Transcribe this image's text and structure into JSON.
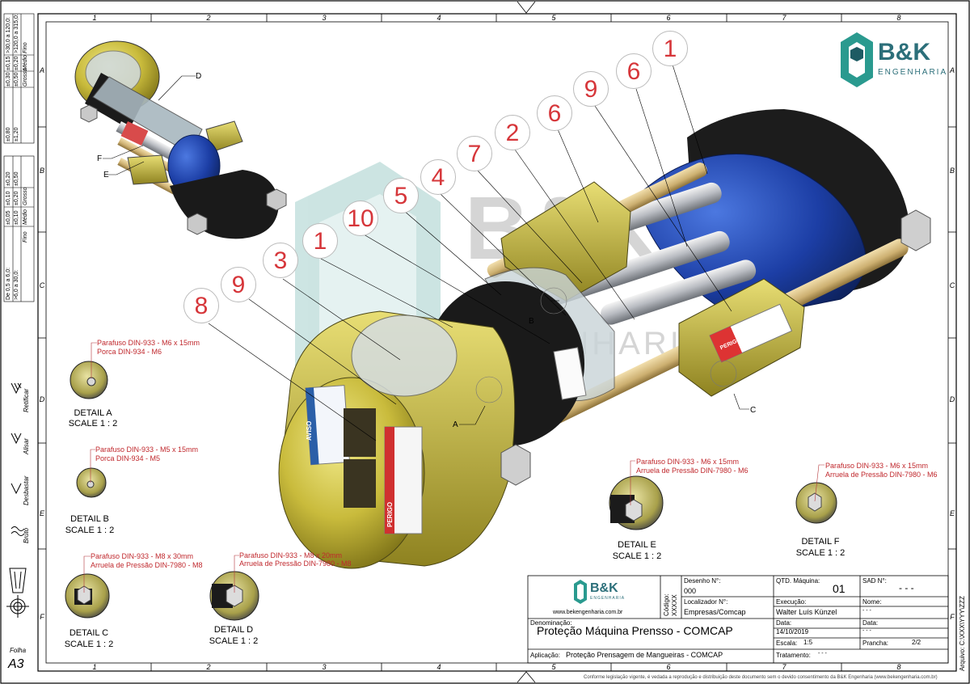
{
  "grid": {
    "columns": [
      "1",
      "2",
      "3",
      "4",
      "5",
      "6",
      "7",
      "8"
    ],
    "rows": [
      "A",
      "B",
      "C",
      "D",
      "E",
      "F"
    ]
  },
  "brand": {
    "name": "B&K",
    "sub": "ENGENHARIA",
    "website": "www.bekengenharia.com.br",
    "colors": {
      "teal": "#2a9a8f",
      "dark": "#1d5b63"
    }
  },
  "watermark": {
    "main": "B&K",
    "sub": "ENGENHARIA"
  },
  "bubbles": [
    "1",
    "6",
    "9",
    "6",
    "2",
    "7",
    "4",
    "5",
    "10",
    "1",
    "3",
    "9",
    "8"
  ],
  "leaders": {
    "A": "A",
    "B": "B",
    "C": "C",
    "D": "D",
    "E": "E",
    "F": "F"
  },
  "details": {
    "a": {
      "title": "DETAIL A",
      "scale": "SCALE 1 : 2",
      "note1": "Parafuso DIN-933 - M6 x 15mm",
      "note2": "Porca DIN-934 - M6"
    },
    "b": {
      "title": "DETAIL B",
      "scale": "SCALE 1 : 2",
      "note1": "Parafuso DIN-933 - M5 x 15mm",
      "note2": "Porca DIN-934 - M5"
    },
    "c": {
      "title": "DETAIL C",
      "scale": "SCALE 1 : 2",
      "note1": "Parafuso DIN-933 - M8 x 30mm",
      "note2": "Arruela de Pressão DIN-7980 - M8"
    },
    "d": {
      "title": "DETAIL D",
      "scale": "SCALE 1 : 2",
      "note1": "Parafuso DIN-933 - M8 x 20mm",
      "note2": "Arruela de Pressão DIN-7980 - M8"
    },
    "e": {
      "title": "DETAIL E",
      "scale": "SCALE 1 : 2",
      "note1": "Parafuso DIN-933 - M6 x 15mm",
      "note2": "Arruela de Pressão DIN-7980 - M6"
    },
    "f": {
      "title": "DETAIL F",
      "scale": "SCALE 1 : 2",
      "note1": "Parafuso DIN-933 - M6 x 15mm",
      "note2": "Arruela de Pressão DIN-7980 - M6"
    }
  },
  "tolerance_table_1": {
    "headers": [
      "Fino",
      "Médio",
      "Grosso"
    ],
    "rows": [
      {
        "range": ">30,0 a 120,0:",
        "values": [
          "±0,15",
          "±0,30",
          "±0,80"
        ]
      },
      {
        "range": ">120,0 a 315,0:",
        "values": [
          "±0,20",
          "±0,50",
          "±1,20"
        ]
      }
    ]
  },
  "tolerance_table_2": {
    "headers": [
      "Fino",
      "Médio",
      "Grosso"
    ],
    "rows": [
      {
        "range": "De 0,5 a 6,0:",
        "values": [
          "±0,05",
          "±0,10",
          "±0,20"
        ]
      },
      {
        "range": ">6,0 a 30,0:",
        "values": [
          "±0,10",
          "±0,20",
          "±0,50"
        ]
      }
    ]
  },
  "finish": {
    "retificar": "Retificar",
    "alisar": "Alisar",
    "desbastar": "Desbastar",
    "bruto": "Bruto"
  },
  "sheet_info": {
    "folha_label": "Folha",
    "folha_value": "A3"
  },
  "title_block": {
    "codigo_label": "Código:",
    "codigo_value": "XXXXX",
    "desenho_label": "Desenho N°:",
    "desenho_value": "000",
    "localizador_label": "Localizador N°:",
    "localizador_value": "Empresas/Comcap",
    "qtd_label": "QTD. Máquina:",
    "qtd_value": "01",
    "sad_label": "SAD N°:",
    "sad_value": "- - -",
    "execucao_label": "Execução:",
    "execucao_value": "Walter Luís Künzel",
    "nome_label": "Nome:",
    "nome_value": "- - -",
    "data1_label": "Data:",
    "data1_value": "14/10/2019",
    "data2_label": "Data:",
    "data2_value": "- - -",
    "escala_label": "Escala:",
    "escala_value": "1:5",
    "prancha_label": "Prancha:",
    "prancha_value": "2/2",
    "tratamento_label": "Tratamento:",
    "tratamento_value": "- - -",
    "denominacao_label": "Denominação:",
    "denominacao_value": "Proteção Máquina Prensso - COMCAP",
    "aplicacao_label": "Aplicação:",
    "aplicacao_value": "Proteção Prensagem de Mangueiras - COMCAP"
  },
  "archive": "Arquivo: C:\\XXX\\YYY\\ZZZ",
  "footer": "Conforme legislação vigente, é vedada a reprodução e distribuição deste documento sem o devido consentimento da B&K Engenharia (www.bekengenharia.com.br)",
  "labels": {
    "aviso": "AVISO",
    "perigo": "PERIGO"
  }
}
